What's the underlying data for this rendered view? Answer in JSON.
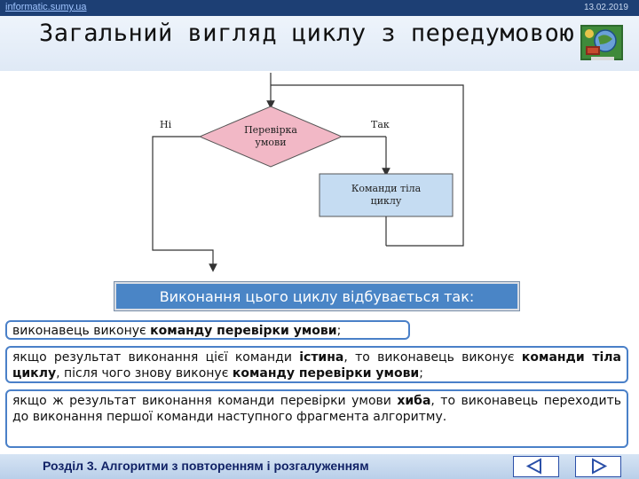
{
  "header": {
    "site": "informatic.sumy.ua",
    "date": "13.02.2019"
  },
  "slide": {
    "title": "Загальний вигляд циклу з передумовою"
  },
  "diagram": {
    "no_label": "Ні",
    "yes_label": "Так",
    "condition_line1": "Перевірка",
    "condition_line2": "умови",
    "body_line1": "Команди тіла",
    "body_line2": "циклу",
    "condition_fill": "#f2b8c6",
    "body_fill": "#c5dcf2"
  },
  "subtitle": "Виконання цього циклу відбувається так:",
  "items": [
    {
      "t1": "виконавець виконує ",
      "b1": "команду перевірки умови",
      "t2": ";"
    },
    {
      "t1": "якщо результат виконання цієї команди ",
      "b1": "істина",
      "t2": ", то виконавець виконує ",
      "b2": "команди тіла циклу",
      "t3": ", після чого знову виконує ",
      "b3": "команду перевірки умови",
      "t4": ";"
    },
    {
      "t1": "якщо ж результат виконання команди перевірки умови ",
      "b1": "хиба",
      "t2": ", то виконавець переходить до виконання першої команди наступного фрагмента алгоритму."
    }
  ],
  "footer": {
    "text": "Розділ 3. Алгоритми з повторенням і розгалуженням",
    "prev_icon": "triangle-left-icon",
    "next_icon": "triangle-right-icon"
  },
  "colors": {
    "topbar": "#1d3f74",
    "accent": "#4a85c6",
    "nav_border": "#2a4fa8"
  }
}
